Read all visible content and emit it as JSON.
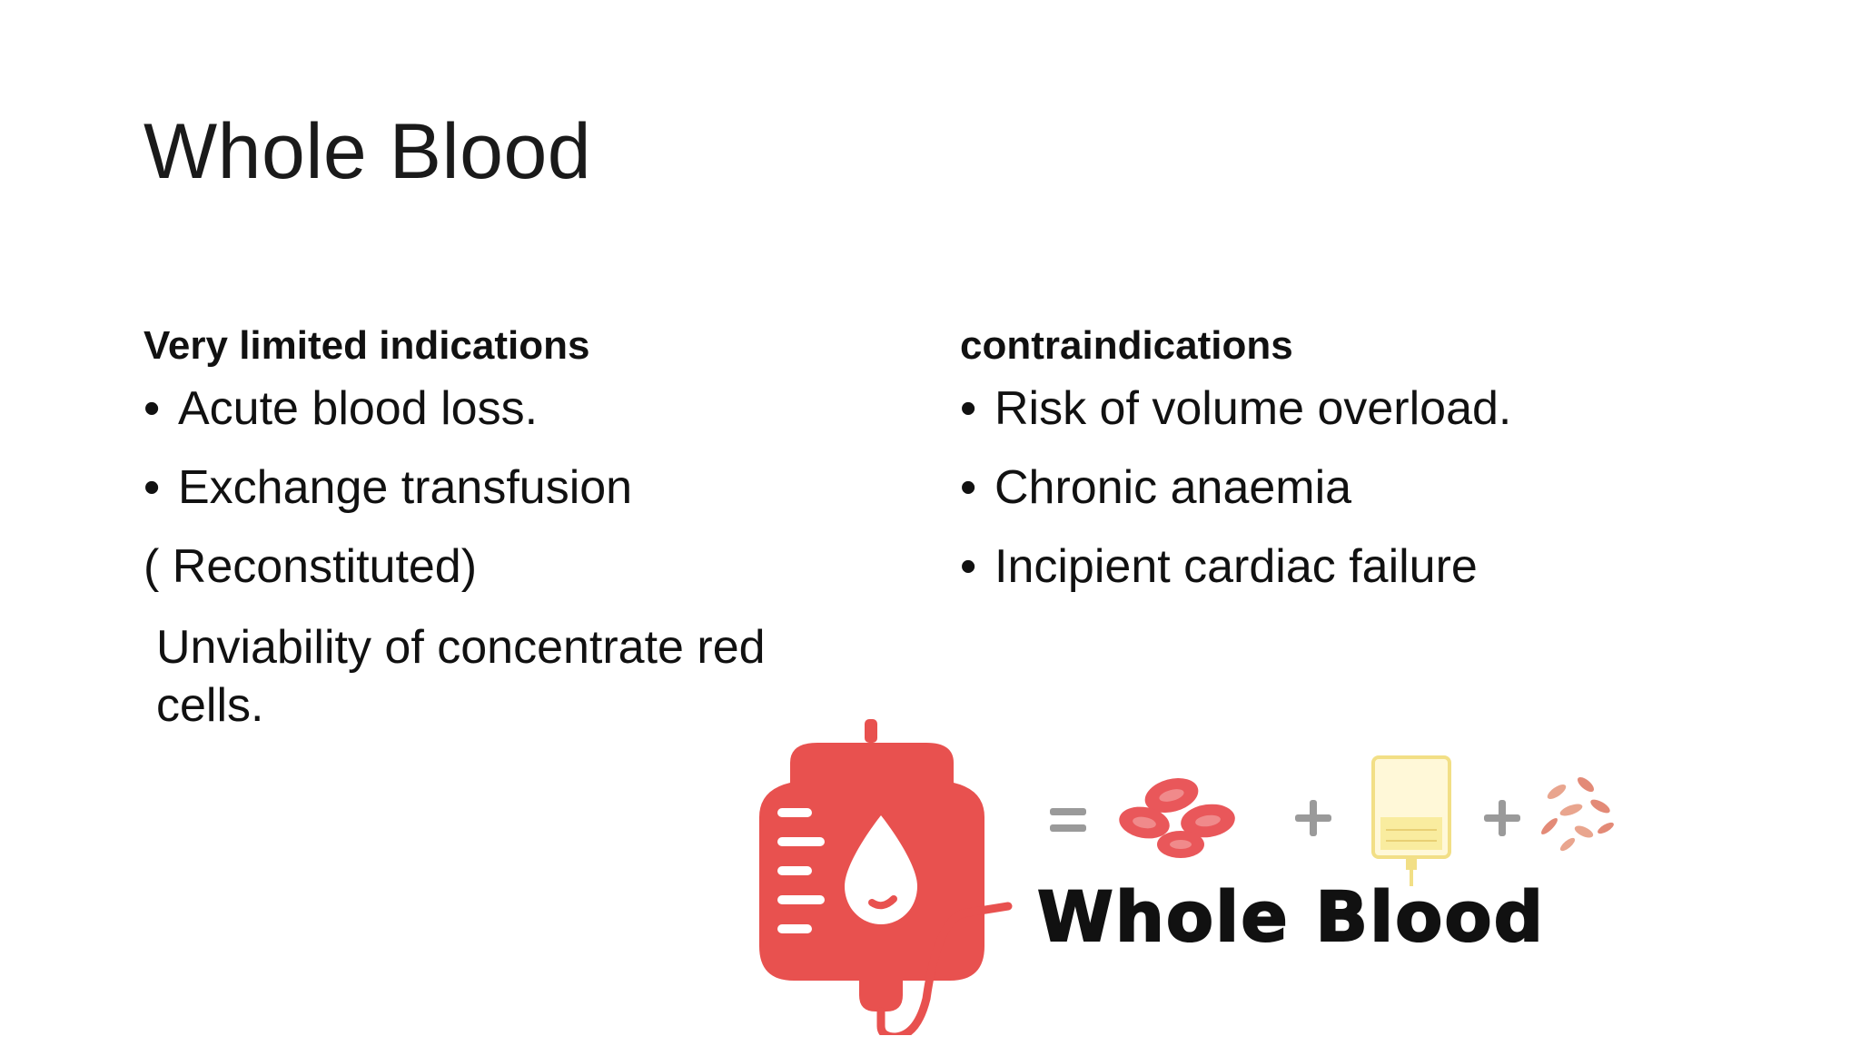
{
  "slide": {
    "title": "Whole Blood"
  },
  "left_column": {
    "heading": "Very limited indications",
    "bullets": [
      "Acute blood loss.",
      "Exchange transfusion"
    ],
    "line_reconstituted": "( Reconstituted)",
    "line_unviability": "Unviability of concentrate red cells."
  },
  "right_column": {
    "heading": "contraindications",
    "bullets": [
      "Risk of volume overload.",
      "Chronic anaemia",
      "Incipient cardiac failure"
    ]
  },
  "graphic": {
    "caption": "Whole Blood",
    "colors": {
      "bag_red": "#e8514f",
      "cell_red": "#e9575a",
      "plasma_yellow": "#f2df86",
      "platelet_tan": "#e9a58e",
      "symbol_gray": "#9a9a9a"
    },
    "icons": [
      "blood-bag-icon",
      "equals-icon",
      "red-cells-icon",
      "plus-icon",
      "plasma-bag-icon",
      "plus-icon",
      "platelets-icon"
    ]
  }
}
